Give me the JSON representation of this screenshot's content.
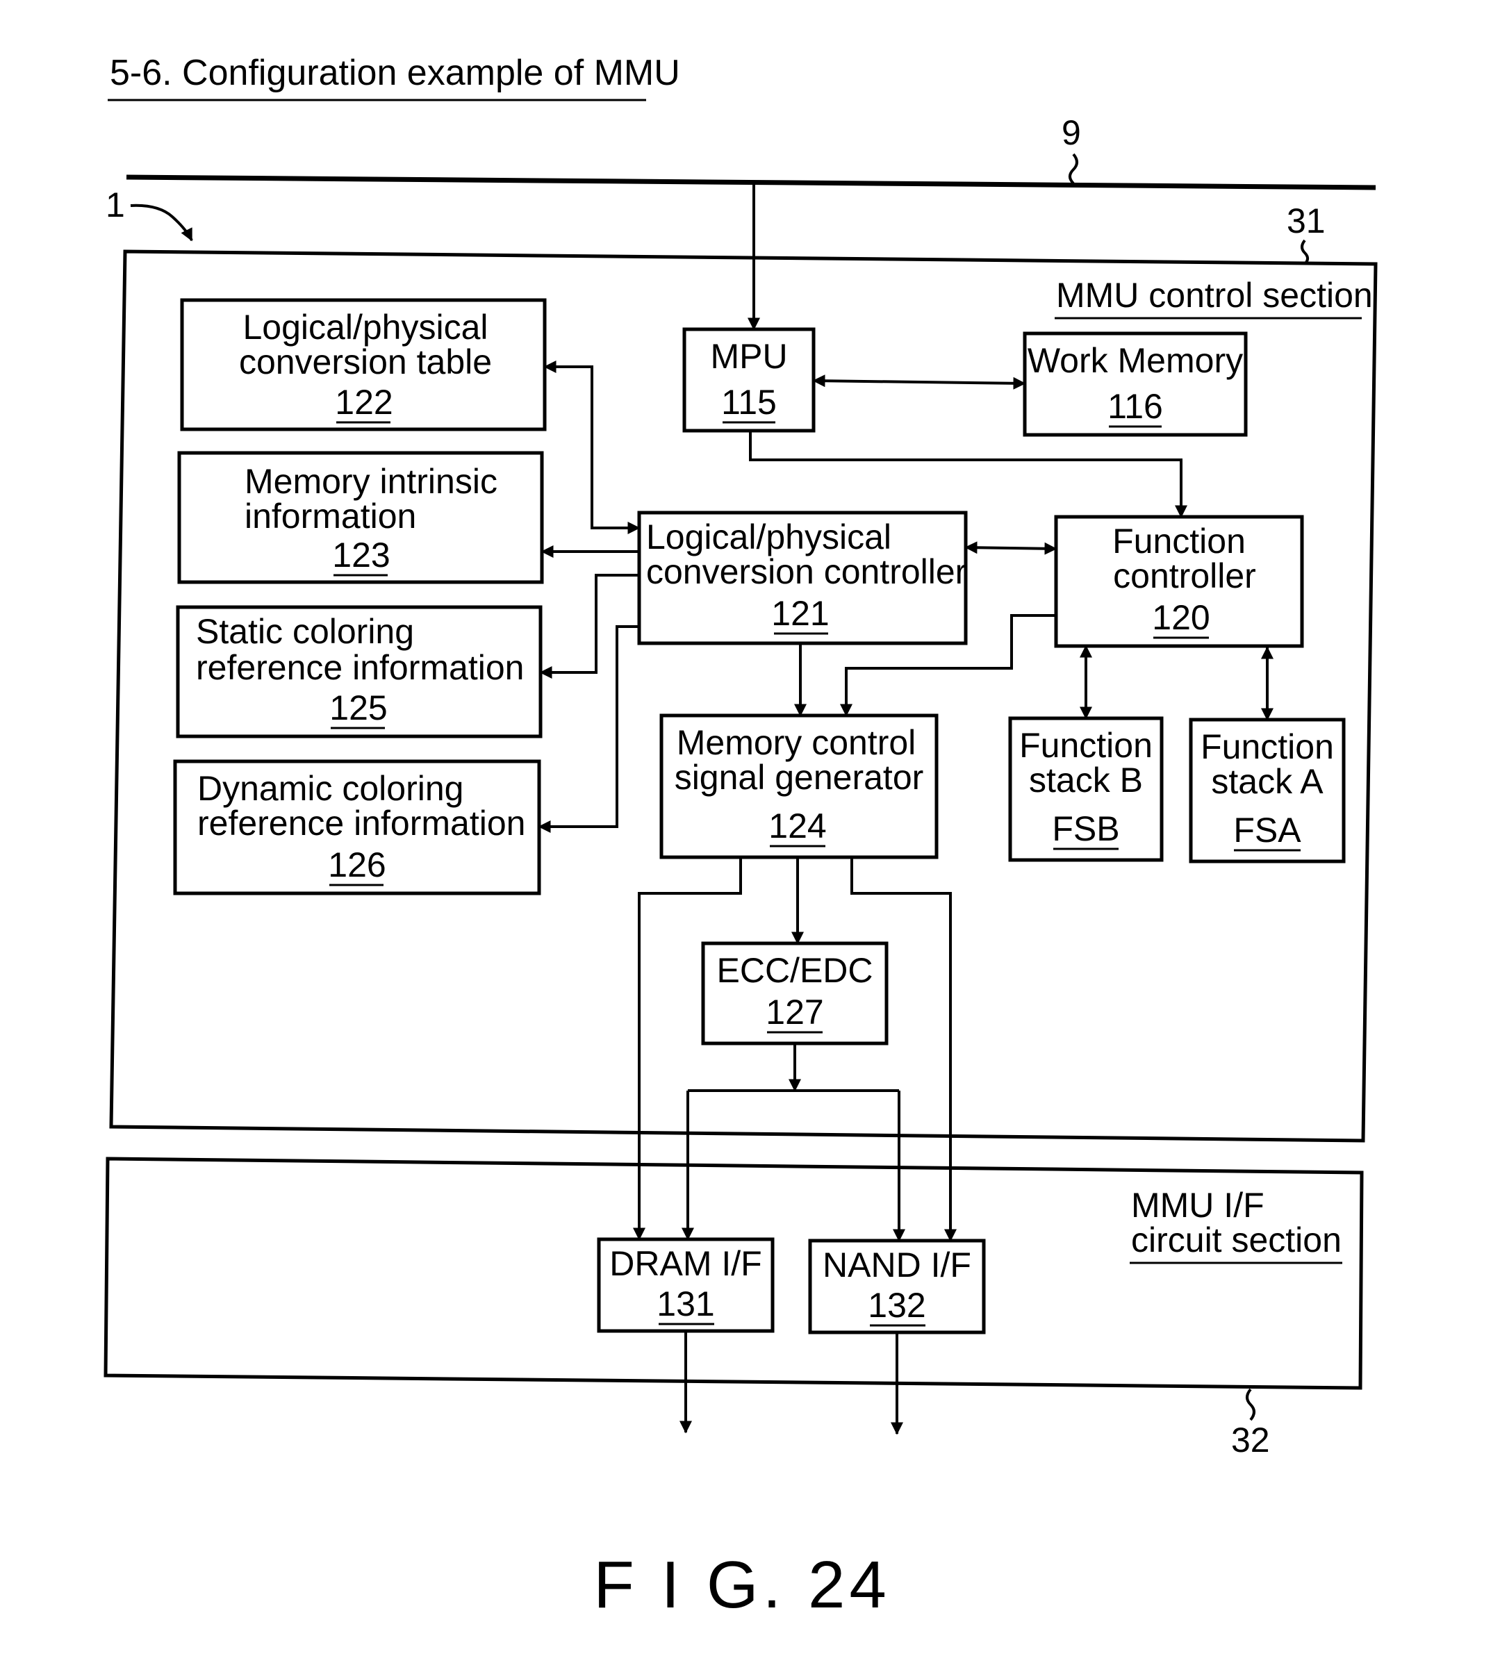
{
  "title": "5-6. Configuration example of MMU",
  "figure_label": "F I G. 24",
  "refs": {
    "bus": "9",
    "device": "1",
    "control_section": "31",
    "if_section": "32"
  },
  "sections": {
    "control": "MMU control section",
    "interface": [
      "MMU I/F",
      "circuit section"
    ]
  },
  "blocks": {
    "mpu": {
      "lines": [
        "MPU"
      ],
      "number": "115"
    },
    "work_memory": {
      "lines": [
        "Work Memory"
      ],
      "number": "116"
    },
    "lp_table": {
      "lines": [
        "Logical/physical",
        "conversion table"
      ],
      "number": "122"
    },
    "mem_intrinsic": {
      "lines": [
        "Memory intrinsic",
        "information"
      ],
      "number": "123"
    },
    "static_color": {
      "lines": [
        "Static coloring",
        "reference information"
      ],
      "number": "125"
    },
    "dynamic_color": {
      "lines": [
        "Dynamic coloring",
        "reference information"
      ],
      "number": "126"
    },
    "lp_controller": {
      "lines": [
        "Logical/physical",
        "conversion controller"
      ],
      "number": "121"
    },
    "func_controller": {
      "lines": [
        "Function",
        "controller"
      ],
      "number": "120"
    },
    "mem_ctrl_gen": {
      "lines": [
        "Memory control",
        "signal generator"
      ],
      "number": "124"
    },
    "fsb": {
      "lines": [
        "Function",
        "stack B"
      ],
      "number": "FSB"
    },
    "fsa": {
      "lines": [
        "Function",
        "stack A"
      ],
      "number": "FSA"
    },
    "ecc": {
      "lines": [
        "ECC/EDC"
      ],
      "number": "127"
    },
    "dram_if": {
      "lines": [
        "DRAM I/F"
      ],
      "number": "131"
    },
    "nand_if": {
      "lines": [
        "NAND I/F"
      ],
      "number": "132"
    }
  }
}
